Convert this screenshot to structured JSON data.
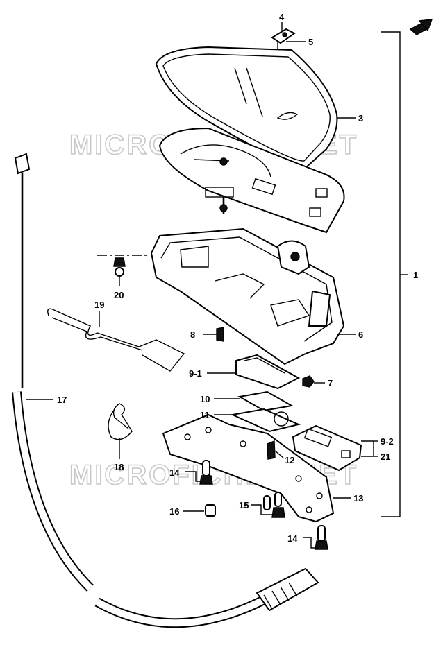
{
  "watermark": {
    "text_top": "MICROFICHES.NET",
    "text_bottom": "MICROFICHES.NET"
  },
  "callouts": [
    {
      "id": "c1",
      "label": "1"
    },
    {
      "id": "c3",
      "label": "3"
    },
    {
      "id": "c4",
      "label": "4"
    },
    {
      "id": "c5",
      "label": "5"
    },
    {
      "id": "c6",
      "label": "6"
    },
    {
      "id": "c7",
      "label": "7"
    },
    {
      "id": "c8",
      "label": "8"
    },
    {
      "id": "c9-1",
      "label": "9-1"
    },
    {
      "id": "c9-2",
      "label": "9-2"
    },
    {
      "id": "c10",
      "label": "10"
    },
    {
      "id": "c11",
      "label": "11"
    },
    {
      "id": "c12",
      "label": "12"
    },
    {
      "id": "c13",
      "label": "13"
    },
    {
      "id": "c14a",
      "label": "14"
    },
    {
      "id": "c14b",
      "label": "14"
    },
    {
      "id": "c15",
      "label": "15"
    },
    {
      "id": "c16",
      "label": "16"
    },
    {
      "id": "c17",
      "label": "17"
    },
    {
      "id": "c18",
      "label": "18"
    },
    {
      "id": "c19",
      "label": "19"
    },
    {
      "id": "c20",
      "label": "20"
    },
    {
      "id": "c21",
      "label": "21"
    }
  ],
  "icons": {
    "front_arrow": "front-arrow-icon"
  }
}
